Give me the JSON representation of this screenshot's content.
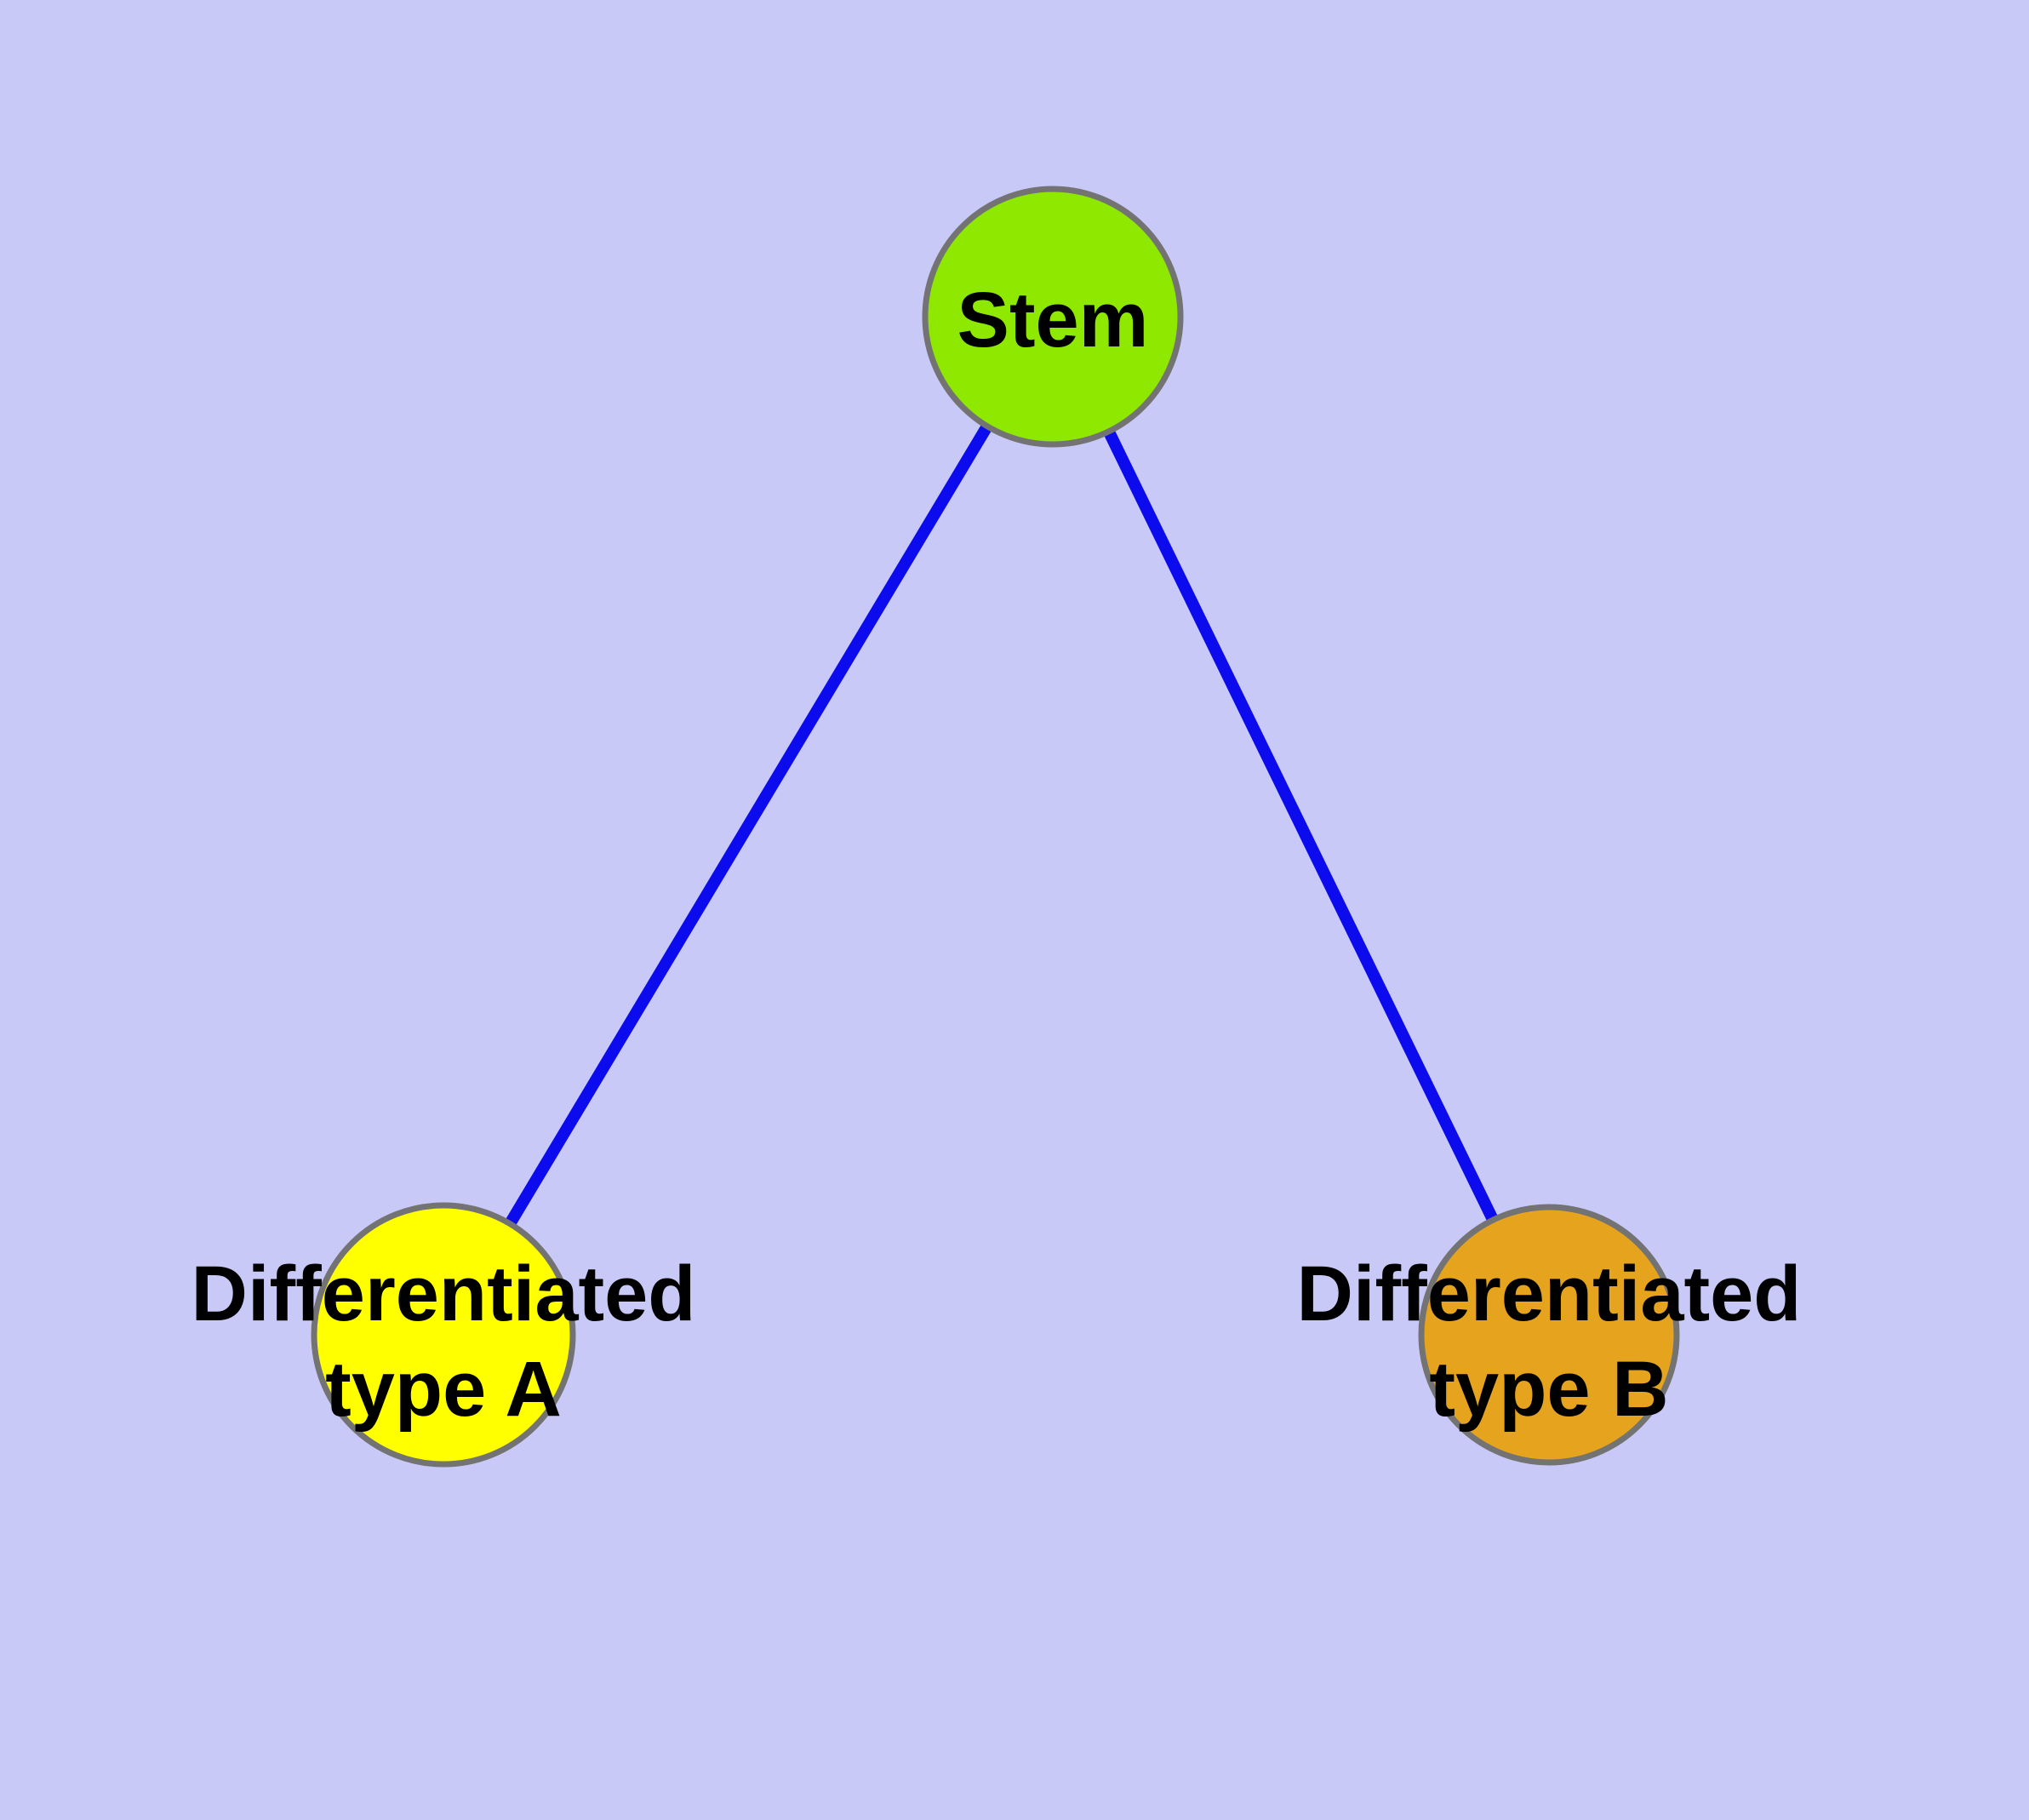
{
  "diagram": {
    "type": "node-link-graph",
    "background_color": "#c9c9f8",
    "edge_color": "#0b0bee",
    "node_border_color": "#737373",
    "label_color": "#000000",
    "nodes": [
      {
        "id": "stem",
        "label": "Stem",
        "fill": "#8ee800"
      },
      {
        "id": "differentiated-type-a",
        "label": "Differentiated\ntype A",
        "fill": "#ffff00"
      },
      {
        "id": "differentiated-type-b",
        "label": "Differentiated\ntype B",
        "fill": "#e5a31e"
      }
    ],
    "edges": [
      {
        "from": "stem",
        "to": "differentiated-type-a"
      },
      {
        "from": "stem",
        "to": "differentiated-type-b"
      }
    ]
  }
}
